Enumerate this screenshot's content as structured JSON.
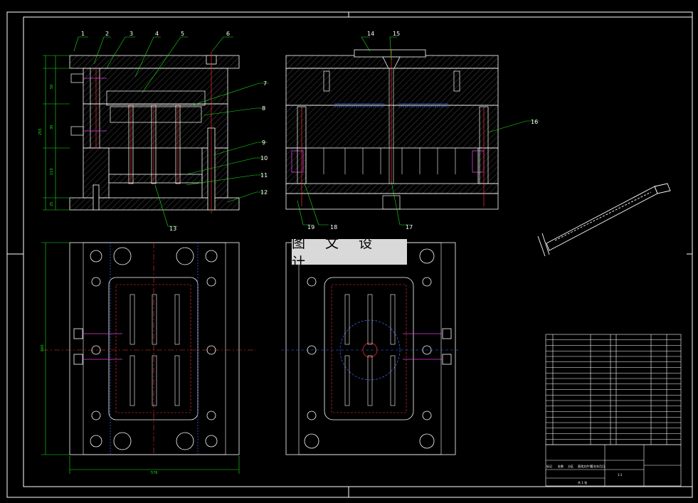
{
  "drawing": {
    "watermark_text": "图 文 设 计",
    "colors": {
      "background": "#000000",
      "outline": "#ffffff",
      "hatch": "#8a8a8a",
      "centerline": "#ff3030",
      "hidden": "#3b6bff",
      "dimension": "#19e619",
      "part_accent": "#e040e0",
      "pin": "#ffb000"
    }
  },
  "balloons": {
    "b1": "1",
    "b2": "2",
    "b3": "3",
    "b4": "4",
    "b5": "5",
    "b6": "6",
    "b7": "7",
    "b8": "8",
    "b9": "9",
    "b10": "10",
    "b11": "11",
    "b12": "12",
    "b13": "13",
    "b14": "14",
    "b15": "15",
    "b16": "16",
    "b17": "17",
    "b18": "18",
    "b19": "19"
  },
  "dimensions": {
    "plan_width": "576",
    "plan_height": "660",
    "stack_total": "255",
    "stack_seg1": "50",
    "stack_seg2": "30",
    "stack_seg3": "110",
    "stack_seg4": "25"
  },
  "title_block": {
    "col_headers": [
      "标记",
      "处数",
      "分区",
      "更改文件号",
      "签名",
      "年月日"
    ],
    "scale": "1:1",
    "sheet": "共 1 张"
  }
}
